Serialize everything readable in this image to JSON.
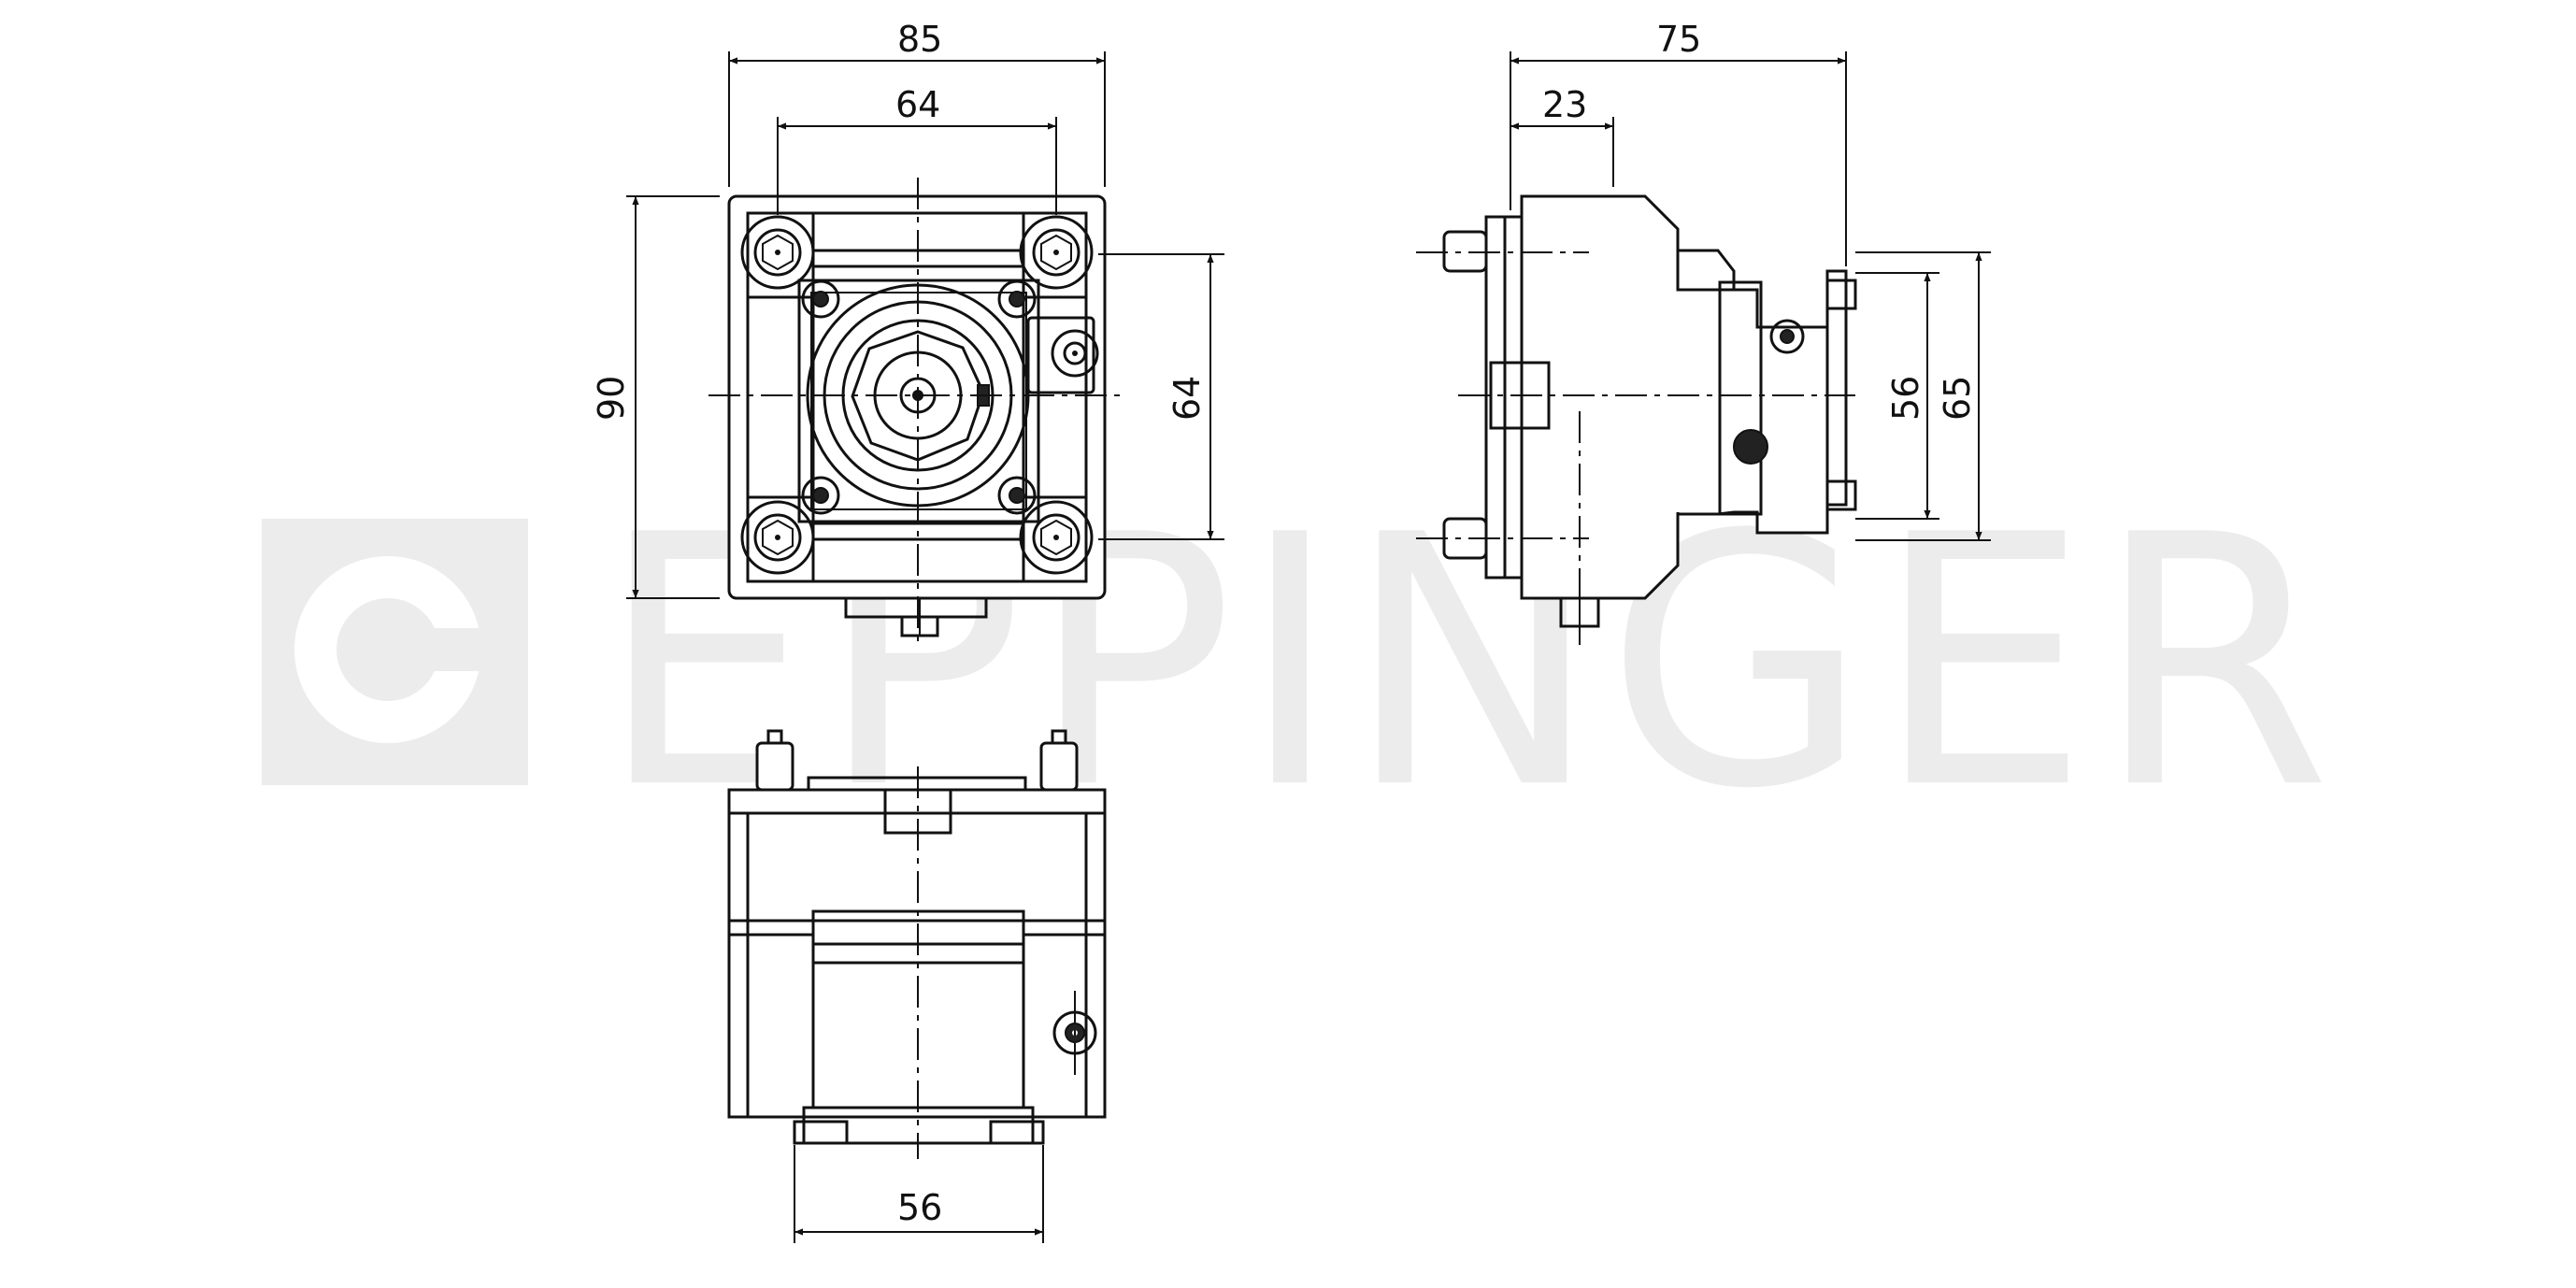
{
  "watermark": {
    "text": "EPPINGER",
    "color": "#ececec"
  },
  "dimensions": {
    "front_overall_width": "85",
    "front_bolt_spacing_width": "64",
    "front_overall_height": "90",
    "front_bolt_spacing_height": "64",
    "side_overall_depth": "75",
    "side_flange_depth": "23",
    "side_inner_height": "56",
    "side_outer_height": "65",
    "bottom_width": "56"
  },
  "colors": {
    "line": "#111111",
    "background": "#ffffff"
  }
}
